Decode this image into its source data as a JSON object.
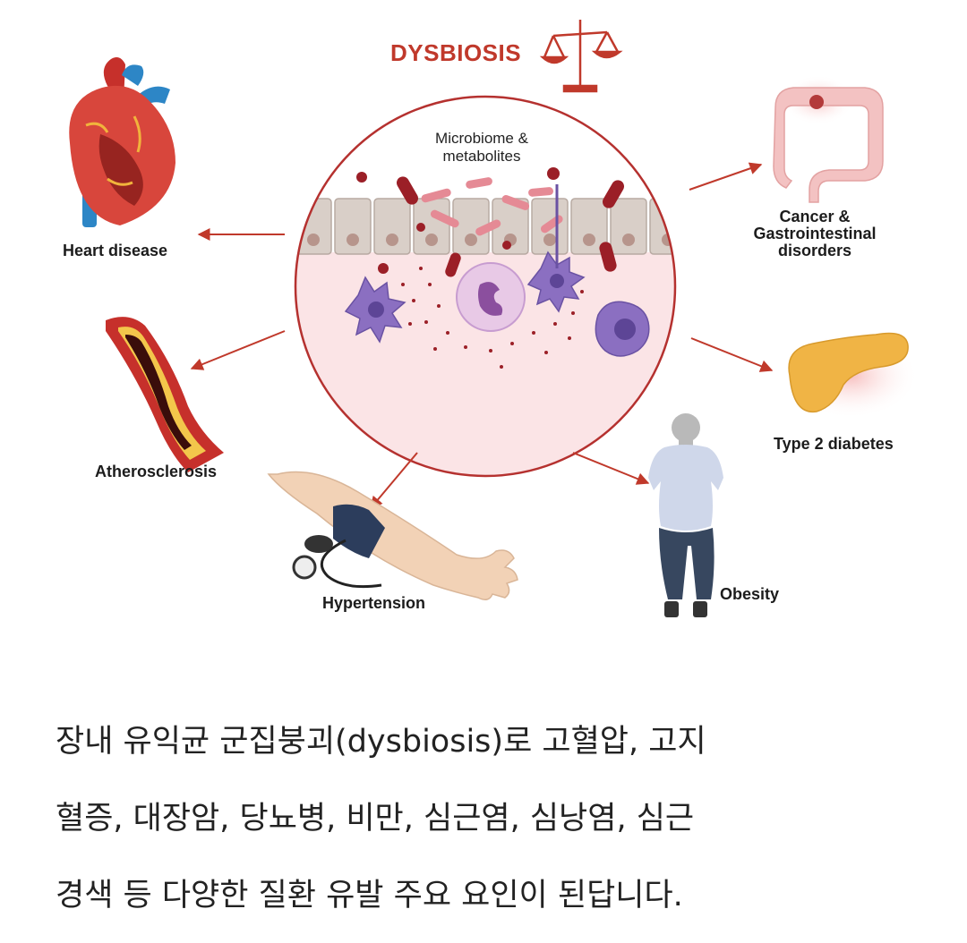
{
  "figure": {
    "title": "DYSBIOSIS",
    "center_label_line1": "Microbiome &",
    "center_label_line2": "metabolites",
    "labels": {
      "heart": "Heart disease",
      "athero": "Atherosclerosis",
      "hypertension": "Hypertension",
      "obesity": "Obesity",
      "diabetes": "Type 2 diabetes",
      "cancer_line1": "Cancer &",
      "cancer_line2": "Gastrointestinal",
      "cancer_line3": "disorders"
    },
    "icons": [
      "balance-scale-icon",
      "heart-icon",
      "artery-icon",
      "blood-pressure-cuff-icon",
      "person-icon",
      "pancreas-icon",
      "colon-icon"
    ],
    "colors": {
      "accent": "#c0392b",
      "circle_fill": "#fbe4e6",
      "cell": "#d7ccc6",
      "immune": "#8b6fc1"
    }
  },
  "caption": {
    "line1": "장내 유익균 군집붕괴(dysbiosis)로 고혈압, 고지",
    "line2": "혈증, 대장암, 당뇨병, 비만, 심근염, 심낭염, 심근",
    "line3": "경색 등 다양한 질환 유발 주요 요인이 된답니다."
  }
}
